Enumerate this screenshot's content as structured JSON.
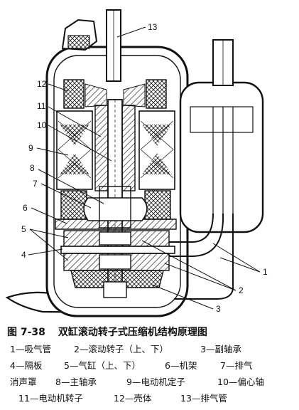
{
  "figure": {
    "number": "图 7-38",
    "title": "双缸滚动转子式压缩机结构原理图"
  },
  "callouts": [
    "1",
    "2",
    "3",
    "4",
    "5",
    "6",
    "7",
    "8",
    "9",
    "10",
    "11",
    "12",
    "13"
  ],
  "legend": {
    "line1": [
      "1—吸气管",
      "2—滚动转子（上、下）",
      "3—副轴承"
    ],
    "line2": [
      "4—隔板",
      "5—气缸（上、下）",
      "6—机架",
      "7—排气"
    ],
    "line3": [
      "消声罩",
      "8—主轴承",
      "9—电动机定子",
      "10—偏心轴"
    ],
    "line4": [
      "11—电动机转子",
      "12—壳体",
      "13—排气管"
    ]
  }
}
